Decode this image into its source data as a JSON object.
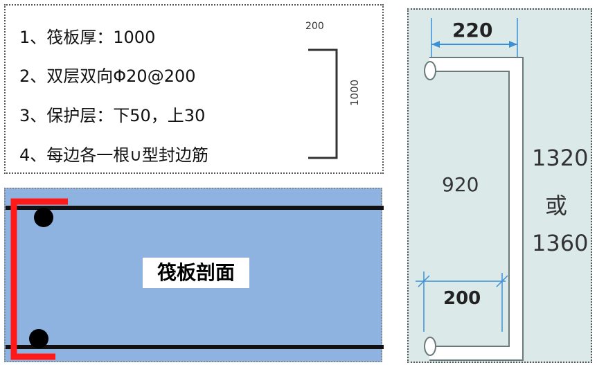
{
  "spec": {
    "lines": [
      "1、筏板厚：1000",
      "2、双层双向Φ20@200",
      "3、保护层：下50，上30",
      "4、每边各一根∪型封边筋"
    ],
    "mini_top_dim": "200",
    "mini_side_dim": "1000"
  },
  "section": {
    "label": "筏板剖面"
  },
  "rebar": {
    "top_dim": "220",
    "middle_dim": "920",
    "bottom_dim": "200",
    "total_dim_line1": "1320",
    "total_dim_line2": "或",
    "total_dim_line3": "1360"
  },
  "colors": {
    "section_fill": "#8fb3e0",
    "rebar_red": "#ff1a1a",
    "rebar_panel_bg": "#dbeae9",
    "dim_blue": "#3b8fd6"
  }
}
